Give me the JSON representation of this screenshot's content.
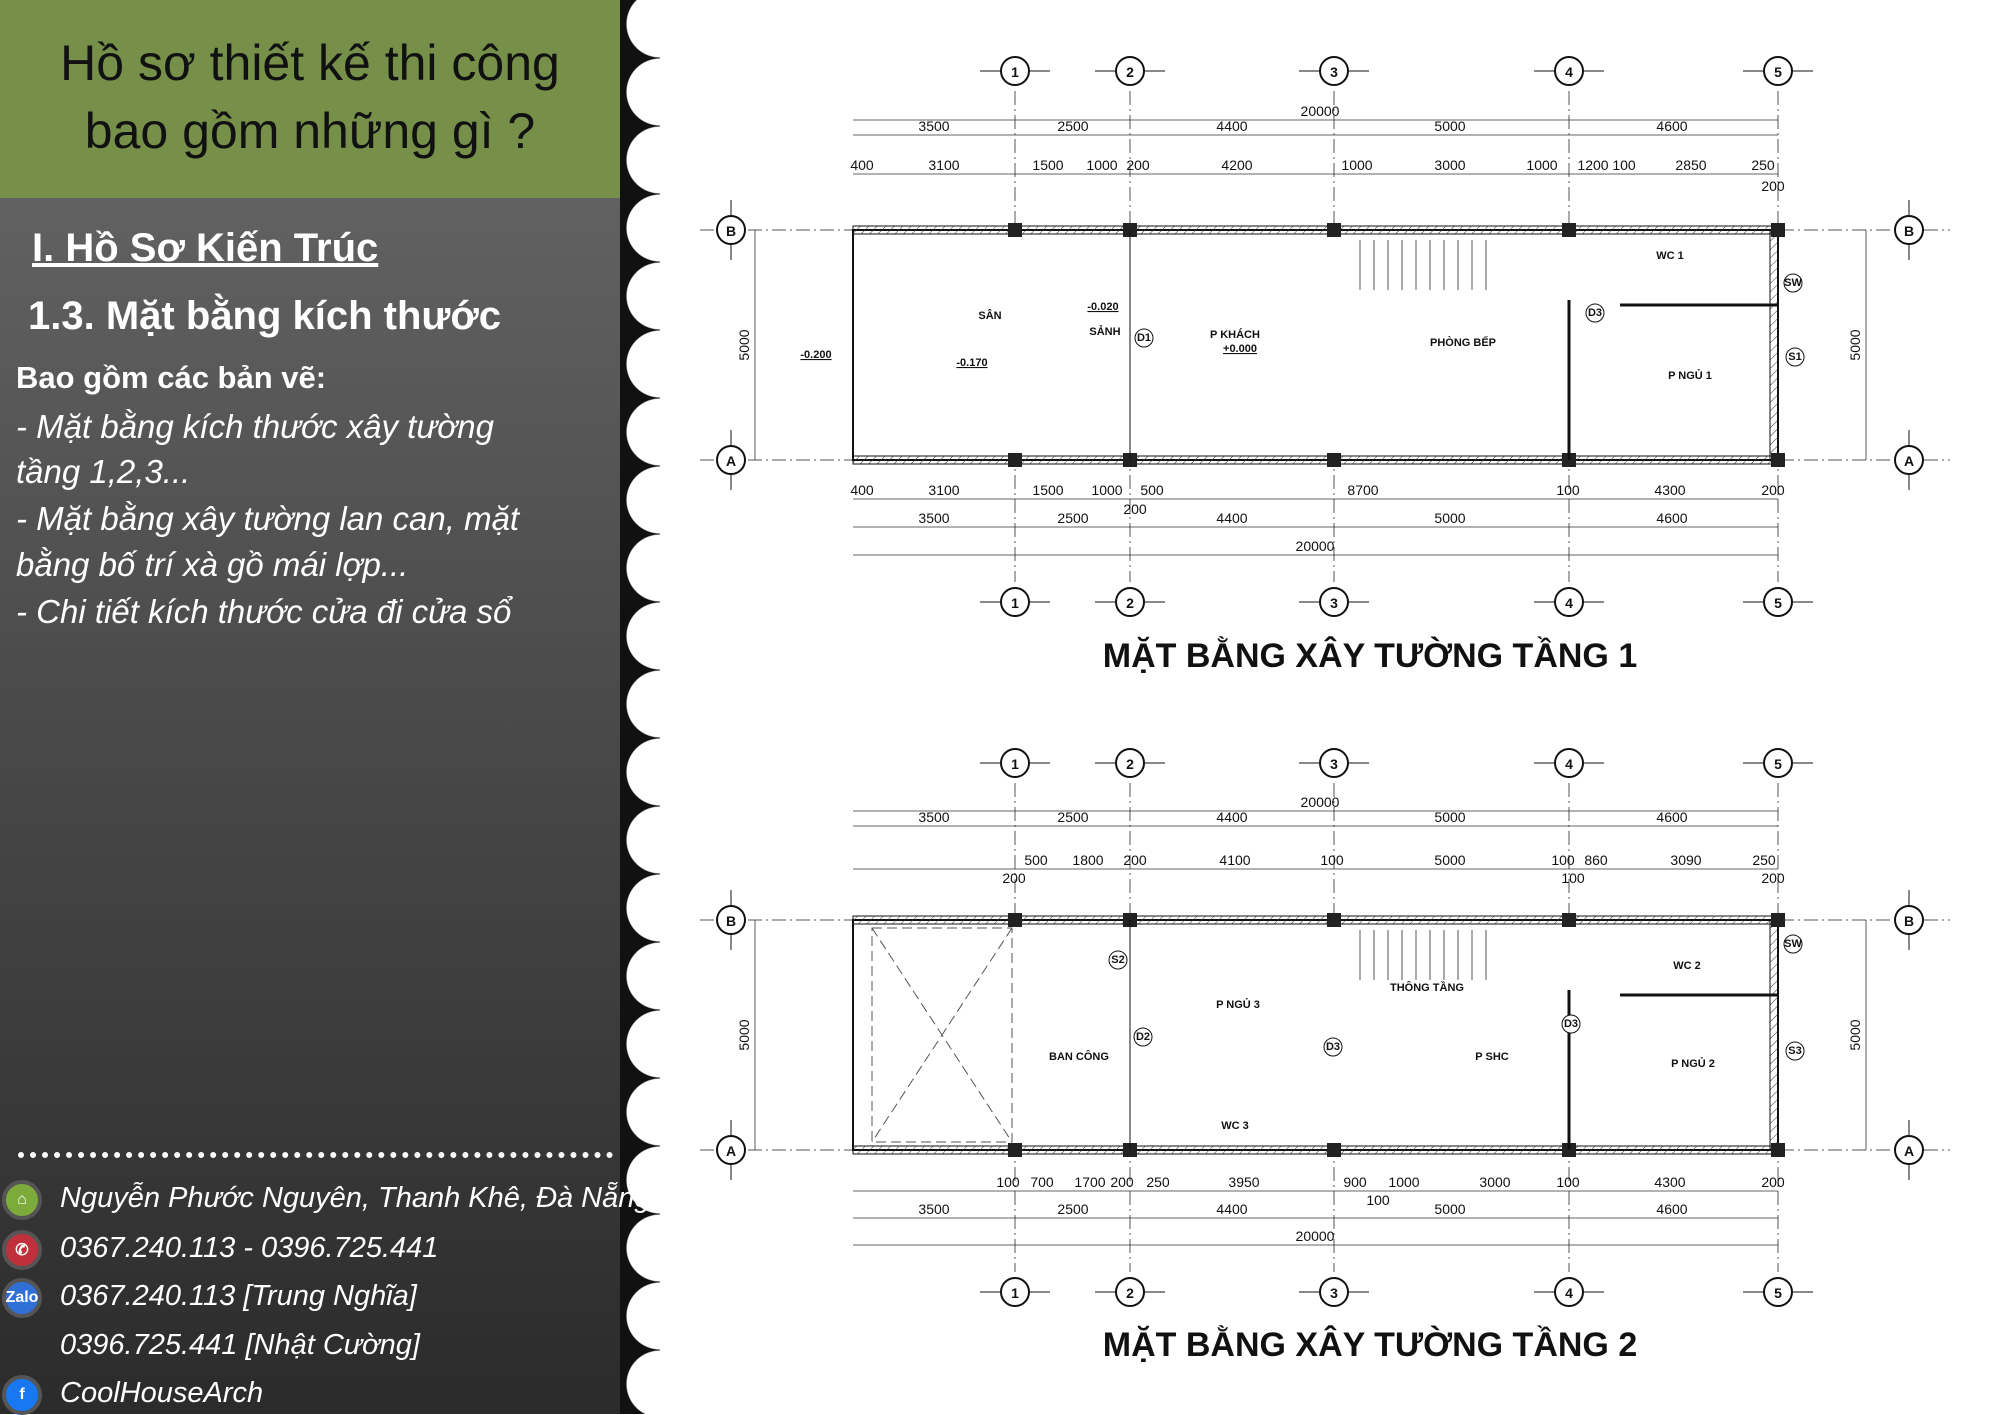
{
  "sidebar": {
    "title_line1": "Hồ sơ thiết kế thi công",
    "title_line2": "bao gồm những gì ?",
    "section": "I. Hồ Sơ Kiến Trúc",
    "subsection": "1.3. Mặt bằng kích thước",
    "includes_label": "Bao gồm các bản vẽ:",
    "items": [
      " - Mặt bằng kích thước xây tường",
      "tầng 1,2,3...",
      " - Mặt bằng xây tường lan can, mặt",
      "bằng bố trí xà gồ mái lợp...",
      " - Chi tiết kích thước cửa đi cửa sổ"
    ],
    "contacts": [
      {
        "icon": "location-icon",
        "text": "Nguyễn Phước Nguyên, Thanh Khê, Đà Nẵng",
        "color": "#7cab3c"
      },
      {
        "icon": "phone-icon",
        "text": " 0367.240.113 - 0396.725.441",
        "color": "#c0303a"
      },
      {
        "icon": "zalo-icon",
        "text": "0367.240.113 [Trung Nghĩa]",
        "color": "#2f6fd6",
        "label": "Zalo"
      },
      {
        "icon": "",
        "text": "0396.725.441 [Nhật Cường]"
      },
      {
        "icon": "facebook-icon",
        "text": "CoolHouseArch",
        "color": "#1877f2",
        "label": "f"
      }
    ]
  },
  "colors": {
    "header_green": "#76904a"
  },
  "plans": [
    {
      "title": "MẶT BẰNG XÂY TƯỜNG TẦNG 1",
      "grid_cols": [
        "1",
        "2",
        "3",
        "4",
        "5"
      ],
      "grid_rows": [
        "B",
        "A"
      ],
      "dims_top_total": "20000",
      "dims_top_a": [
        "3500",
        "2500",
        "4400",
        "5000",
        "4600"
      ],
      "dims_top_b": [
        "400",
        "3100",
        "1500",
        "1000",
        "200",
        "4200",
        "1000",
        "3000",
        "1000",
        "1200",
        "100",
        "2850",
        "250",
        "200"
      ],
      "dims_bot_c": [
        "400",
        "3100",
        "1500",
        "1000",
        "500",
        "200",
        "8700",
        "100",
        "4300",
        "200"
      ],
      "dims_bot_d": [
        "3500",
        "2500",
        "4400",
        "5000",
        "4600"
      ],
      "dims_bot_total": "20000",
      "side": "5000",
      "rooms": [
        "SÂN",
        "SẢNH",
        "P KHÁCH",
        "PHÒNG BẾP",
        "WC 1",
        "P NGỦ 1"
      ],
      "levels": [
        "-0.200",
        "-0.170",
        "-0.020",
        "+0.000"
      ],
      "tags": [
        "D1",
        "D3",
        "S1",
        "SW"
      ]
    },
    {
      "title": "MẶT BẰNG XÂY TƯỜNG TẦNG 2",
      "grid_cols": [
        "1",
        "2",
        "3",
        "4",
        "5"
      ],
      "grid_rows": [
        "B",
        "A"
      ],
      "dims_top_total": "20000",
      "dims_top_a": [
        "3500",
        "2500",
        "4400",
        "5000",
        "4600"
      ],
      "dims_top_b": [
        "500",
        "200",
        "1800",
        "200",
        "4100",
        "100",
        "5000",
        "100",
        "860",
        "100",
        "3090",
        "250",
        "200"
      ],
      "dims_bot_c": [
        "100",
        "700",
        "1700",
        "200",
        "250",
        "3950",
        "900",
        "100",
        "1000",
        "3000",
        "100",
        "4300",
        "200"
      ],
      "dims_bot_d": [
        "3500",
        "2500",
        "4400",
        "5000",
        "4600"
      ],
      "dims_bot_total": "20000",
      "side": "5000",
      "rooms": [
        "P NGỦ 3",
        "BAN CÔNG",
        "WC 3",
        "THÔNG TẦNG",
        "P SHC",
        "WC 2",
        "P NGỦ 2"
      ],
      "levels": [],
      "tags": [
        "S2",
        "D2",
        "D3",
        "D3",
        "S3",
        "SW"
      ]
    }
  ]
}
